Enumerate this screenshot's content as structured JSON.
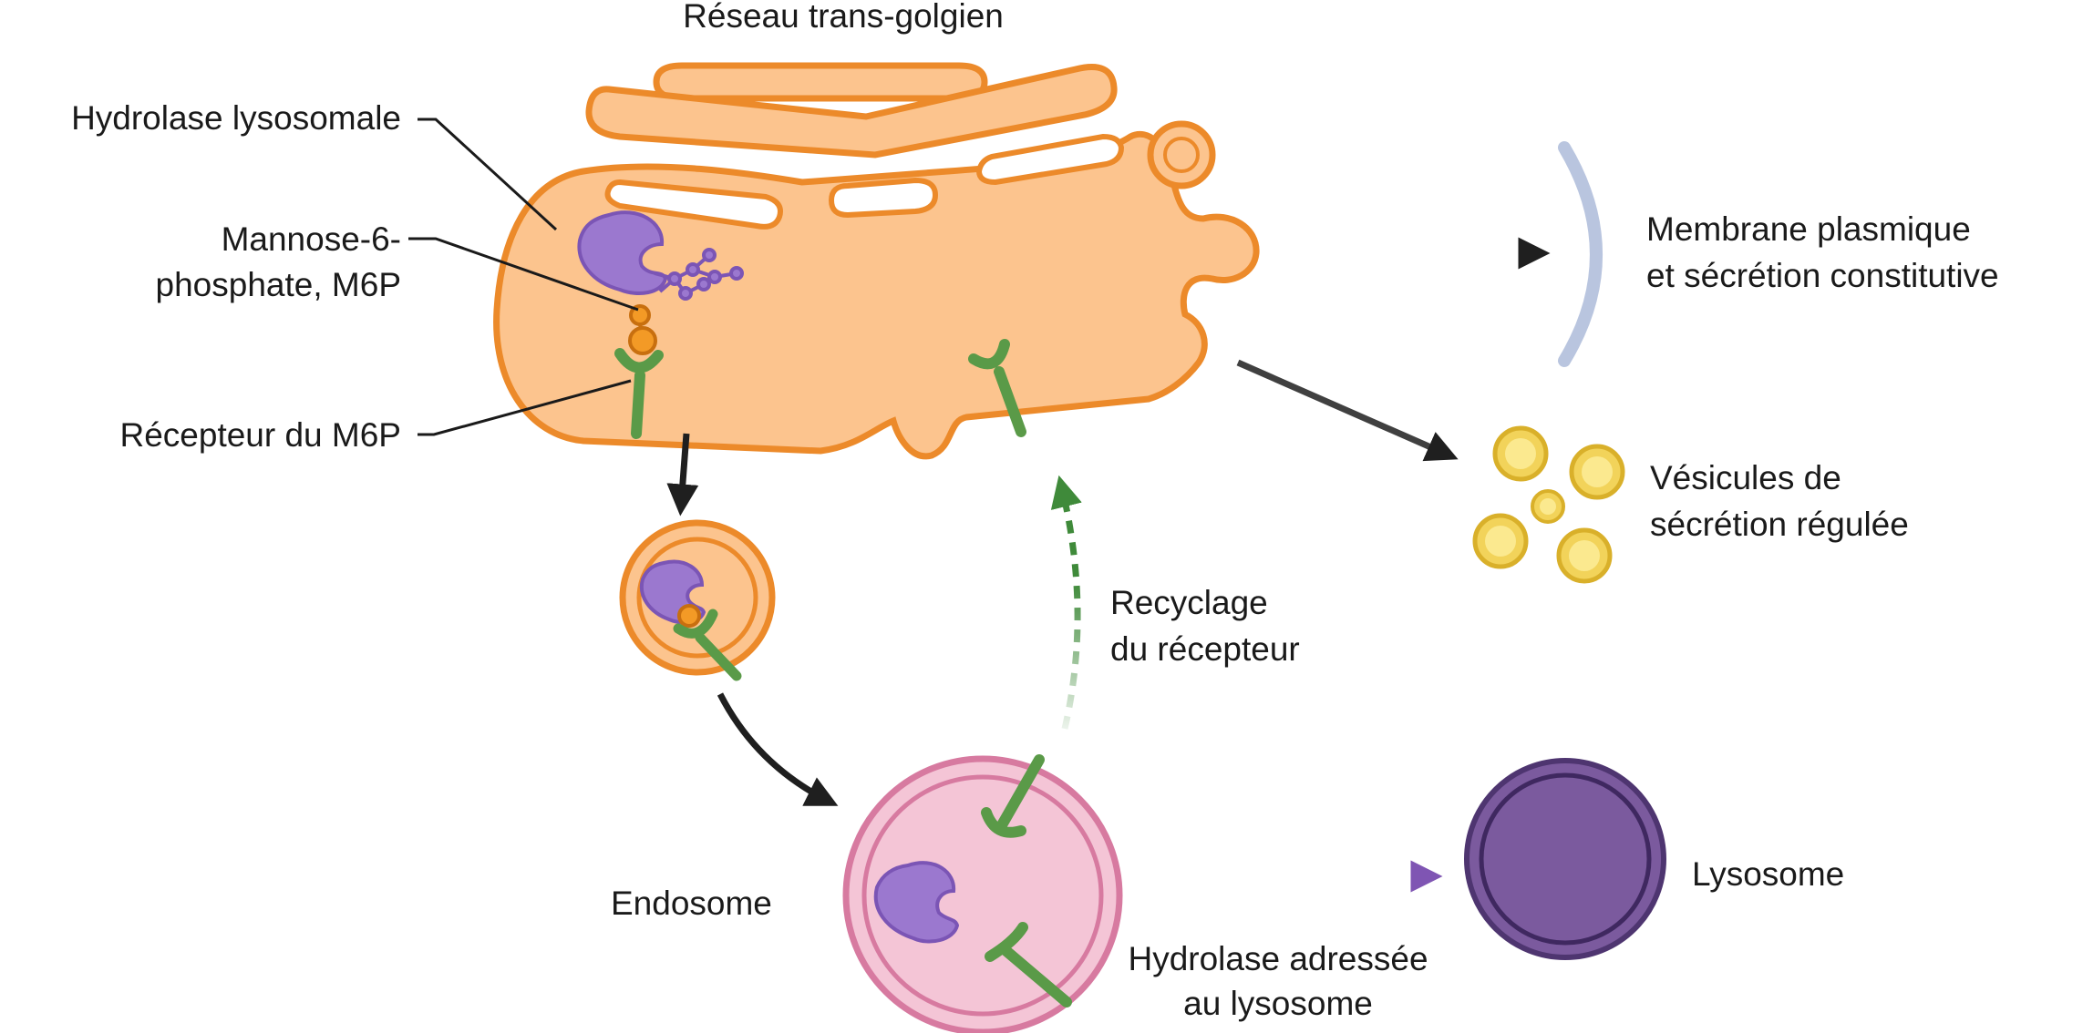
{
  "labels": {
    "tgn": "Réseau trans-golgien",
    "hydrolase": "Hydrolase lysosomale",
    "m6p_line1": "Mannose-6-",
    "m6p_line2": "phosphate, M6P",
    "receptor": "Récepteur du M6P",
    "plasma_line1": "Membrane plasmique",
    "plasma_line2": "et sécrétion constitutive",
    "vesicles_line1": "Vésicules de",
    "vesicles_line2": "sécrétion régulée",
    "recycling_line1": "Recyclage",
    "recycling_line2": "du récepteur",
    "endosome": "Endosome",
    "targeted_line1": "Hydrolase adressée",
    "targeted_line2": "au lysosome",
    "lysosome": "Lysosome"
  },
  "colors": {
    "golgi_fill": "#fcc48e",
    "golgi_stroke": "#ec8a2a",
    "hydrolase": "#9b78cf",
    "receptor": "#5a9a48",
    "m6p": "#f39a26",
    "endosome_fill": "#f4c5d6",
    "endosome_stroke": "#d77aa0",
    "lysosome": "#7b5a9e",
    "vesicle": "#f2d35a",
    "membrane": "#b9c5df",
    "arrow_dark": "#1f1f1f",
    "arrow_recycle": "#3f8a3a",
    "arrow_lysosome": "#7f55b3"
  }
}
